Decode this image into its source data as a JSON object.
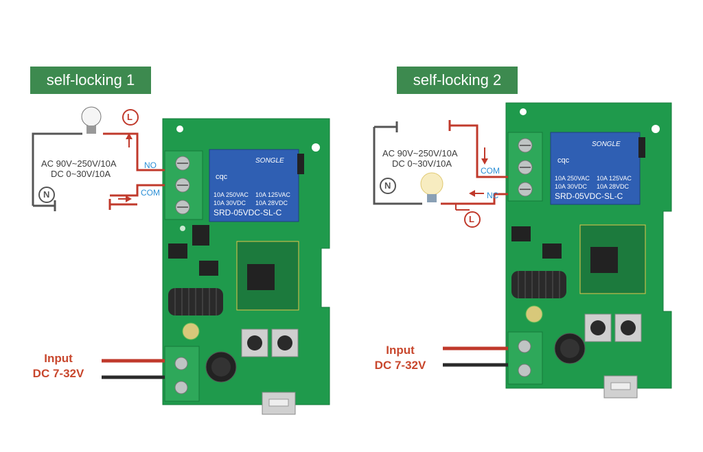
{
  "diagrams": [
    {
      "title": "self-locking 1",
      "spec_ac": "AC 90V~250V/10A",
      "spec_dc": "DC 0~30V/10A",
      "terminal_a": "NO",
      "terminal_b": "COM",
      "live_symbol": "L",
      "neutral_symbol": "N",
      "input_label": "Input",
      "input_range": "DC 7-32V"
    },
    {
      "title": "self-locking 2",
      "spec_ac": "AC 90V~250V/10A",
      "spec_dc": "DC 0~30V/10A",
      "terminal_a": "COM",
      "terminal_b": "NC",
      "live_symbol": "L",
      "neutral_symbol": "N",
      "input_label": "Input",
      "input_range": "DC 7-32V"
    }
  ],
  "relay": {
    "brand": "SONGLE",
    "cert": "cqc",
    "rating1": "10A 250VAC",
    "rating2": "10A 125VAC",
    "rating3": "10A 30VDC",
    "rating4": "10A 28VDC",
    "model": "SRD-05VDC-SL-C"
  },
  "colors": {
    "badge": "#3d8a4f",
    "pcb": "#1f9a4c",
    "relay": "#2f5fb3",
    "wire_live": "#c0392b",
    "wire_neutral": "#555555",
    "terminal_label": "#2b8fd6",
    "input_text": "#c8472d"
  },
  "icons": [
    "bulb-icon",
    "live-symbol-icon",
    "neutral-symbol-icon",
    "arrow-icon",
    "screw-terminal-icon",
    "button-icon",
    "usb-port-icon",
    "capacitor-icon",
    "antenna-coil-icon"
  ]
}
